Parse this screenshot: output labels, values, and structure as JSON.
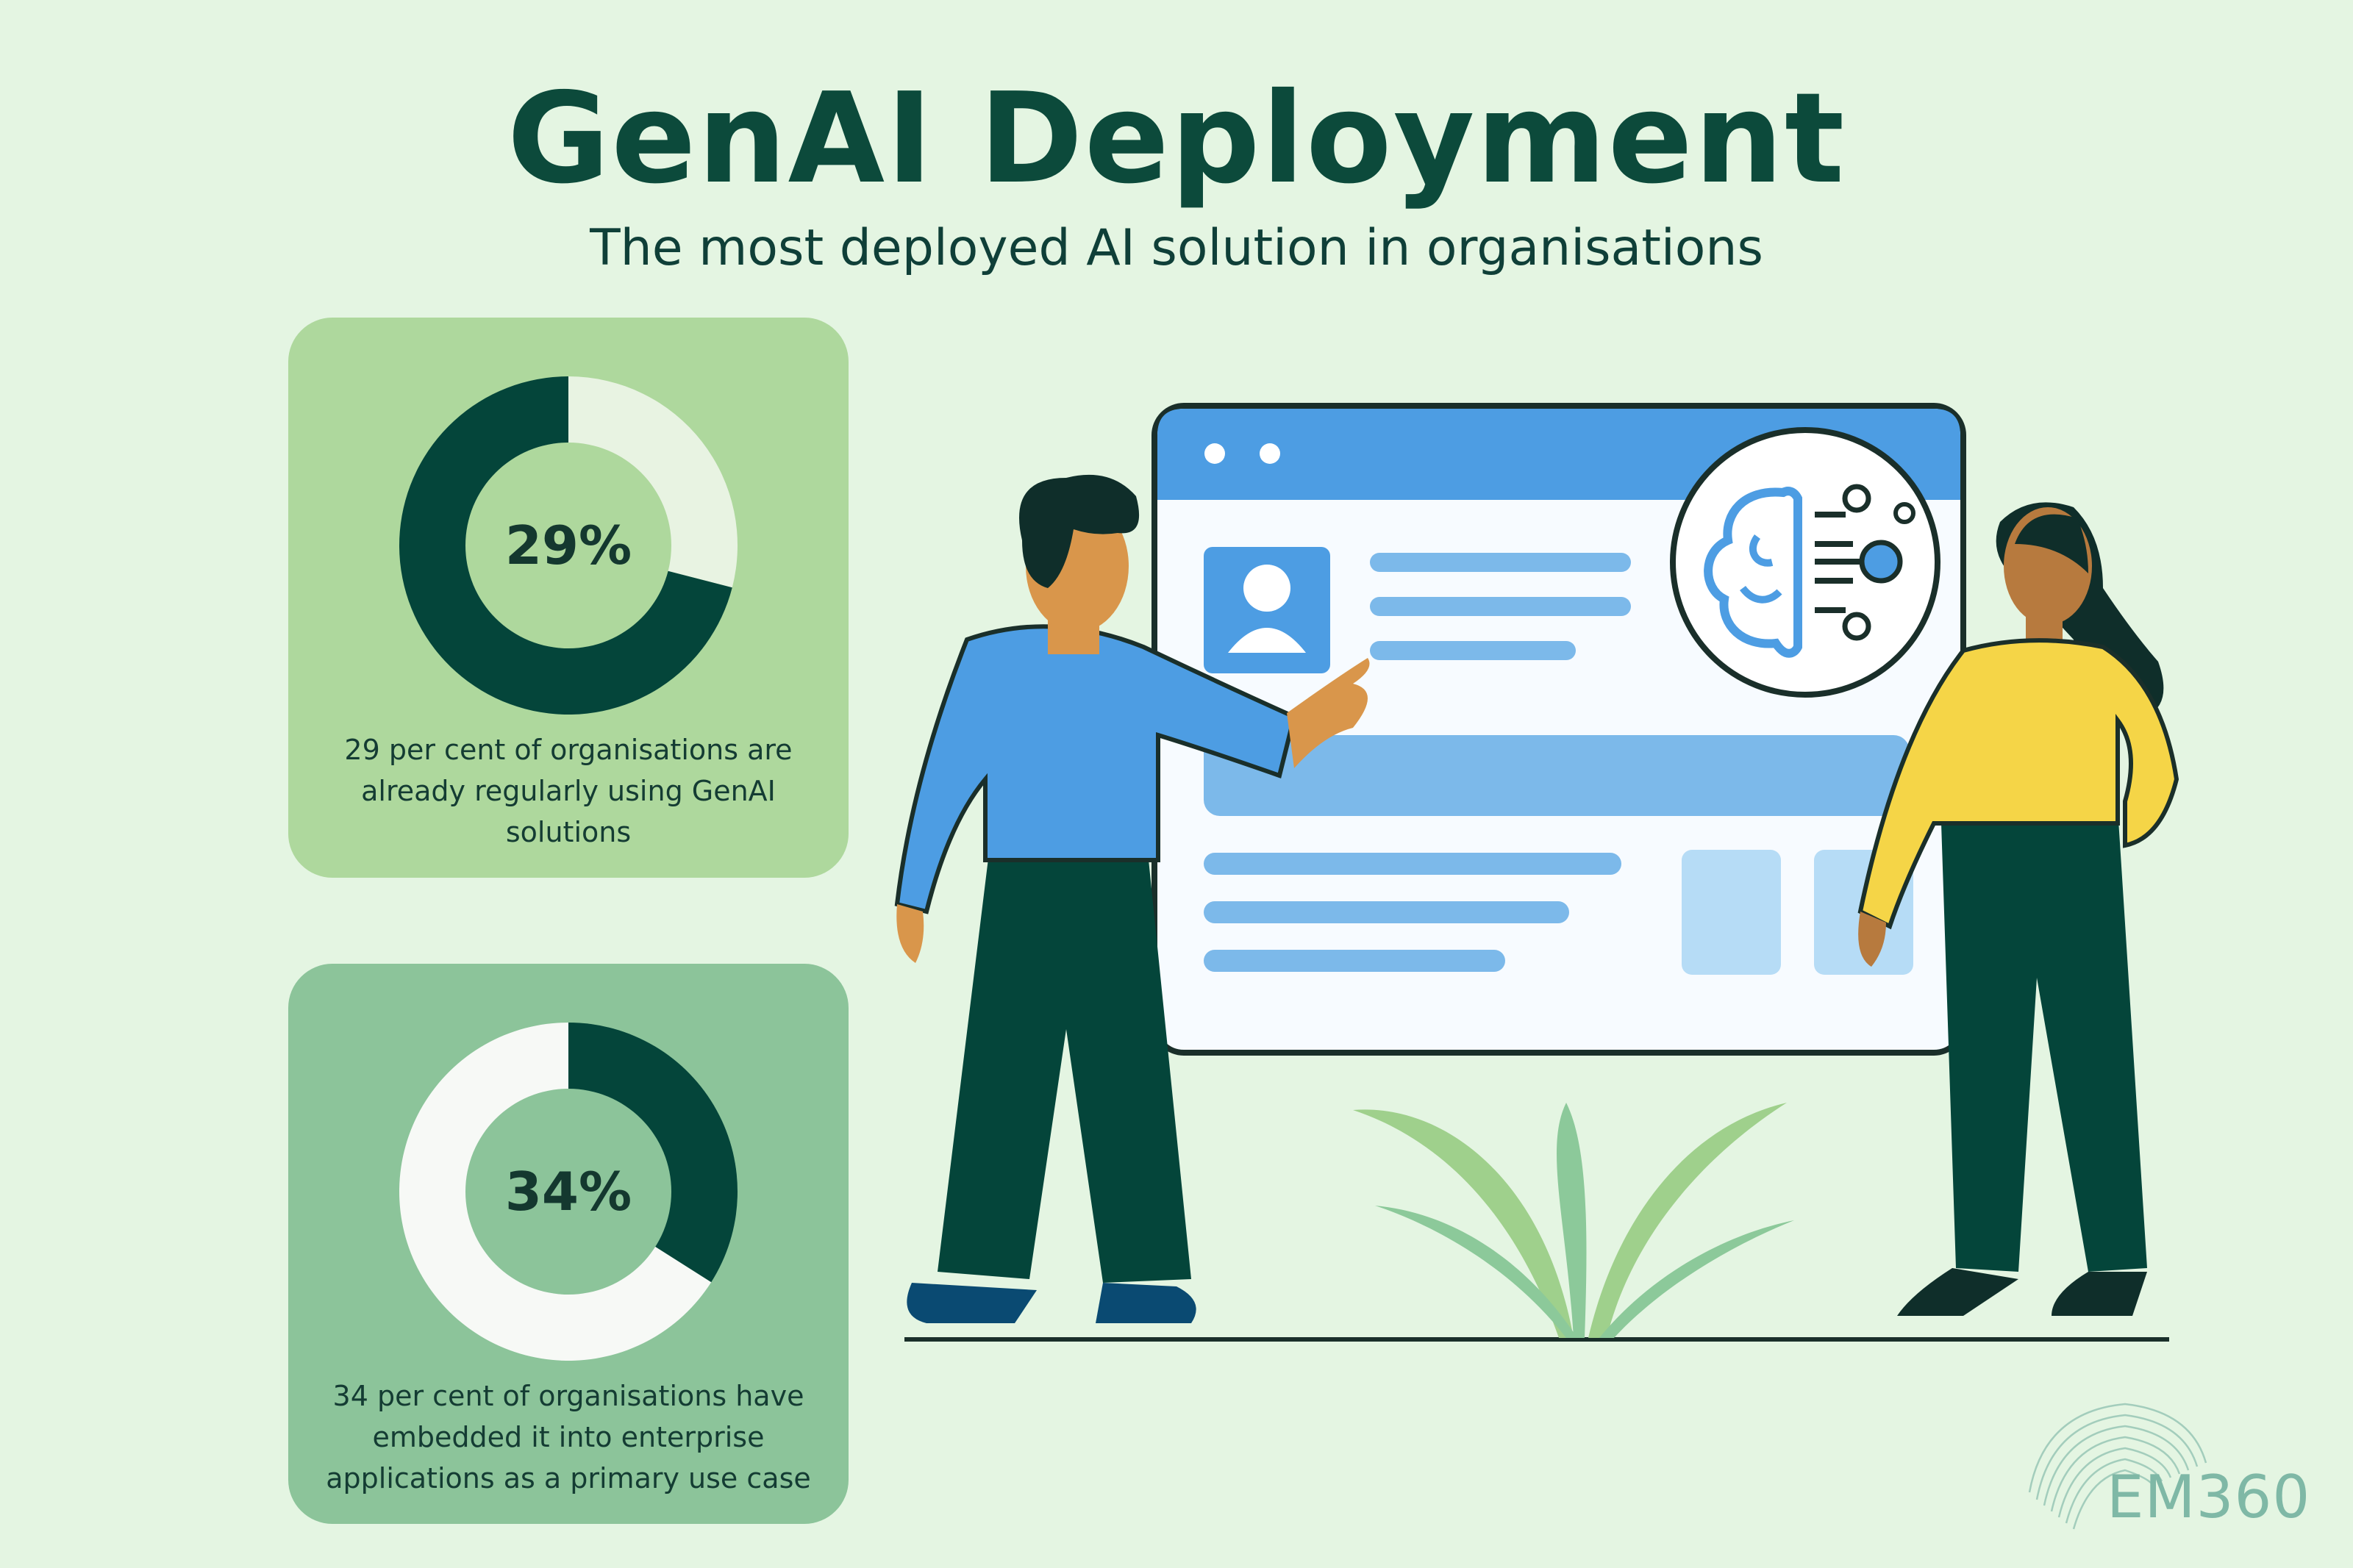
{
  "header": {
    "title": "GenAI Deployment",
    "subtitle": "The most deployed AI solution in organisations"
  },
  "chart_data": [
    {
      "type": "pie",
      "variant": "donut",
      "value_label": "29%",
      "values": [
        29,
        71
      ],
      "description": "29 per cent of organisations are already regularly using GenAI solutions",
      "colors": [
        "#e8f3e2",
        "#04453a"
      ]
    },
    {
      "type": "pie",
      "variant": "donut",
      "value_label": "34%",
      "values": [
        34,
        66
      ],
      "description": "34 per cent of organisations have embedded it into enterprise applications as a primary use case",
      "colors": [
        "#04453a",
        "#f7f9f6"
      ]
    }
  ],
  "logo": {
    "text": "EM360"
  },
  "colors": {
    "background": "#e4f5e2",
    "title": "#0c4a3b",
    "card1": "#aed89d",
    "card2": "#8cc49a",
    "window_header": "#4d9de3",
    "shirt_blue": "#4d9de3",
    "shirt_yellow": "#f5d547"
  }
}
